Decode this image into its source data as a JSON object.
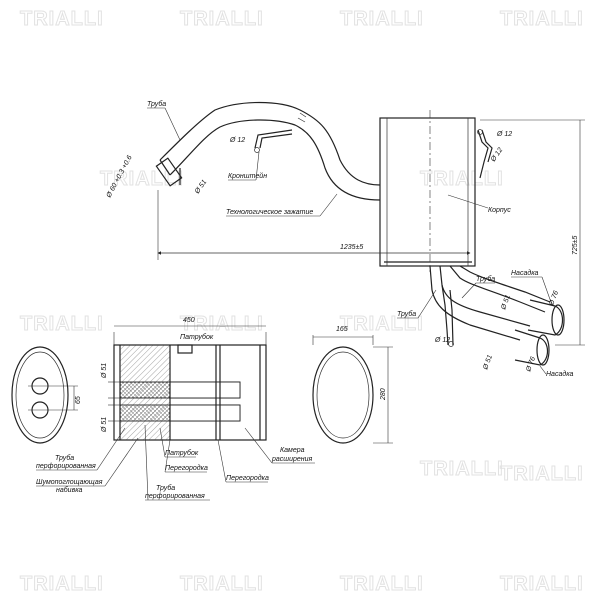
{
  "watermark": "TRIALLI",
  "labels": {
    "truba_top": "Труба",
    "d_inlet": "Ø 60 +0.3 +0.6",
    "d51_inlet": "Ø 51",
    "d12_bracket": "Ø 12",
    "kronshtein": "Кронштейн",
    "tech": "Технологическое зажатие",
    "d12_right_a": "Ø 12",
    "d12_right_b": "Ø 12",
    "korpus": "Корпус",
    "dim_1235": "1235±5",
    "dim_725": "725±5",
    "truba_mid": "Труба",
    "nasadka_top": "Насадка",
    "d51_mid": "Ø 51",
    "d76_top": "Ø 76",
    "truba_lower": "Труба",
    "d12_lower": "Ø 12",
    "d51_lower": "Ø 51",
    "d76_lower": "Ø 76",
    "nasadka_bottom": "Насадка",
    "dim_450": "450",
    "patrubok_top": "Патрубок",
    "d51_left_a": "Ø 51",
    "d65": "65",
    "d51_left_b": "Ø 51",
    "dim_165": "165",
    "dim_280": "280",
    "truba_perf_1": "Труба",
    "truba_perf_1b": "перфорированная",
    "shumo_1": "Шумопоглощающая",
    "shumo_2": "набивка",
    "patrubok_bottom": "Патрубок",
    "peregorodka_1": "Перегородка",
    "truba_perf_2": "Труба",
    "truba_perf_2b": "перфорированная",
    "peregorodka_2": "Перегородка",
    "kamera_1": "Камера",
    "kamera_2": "расширения"
  }
}
